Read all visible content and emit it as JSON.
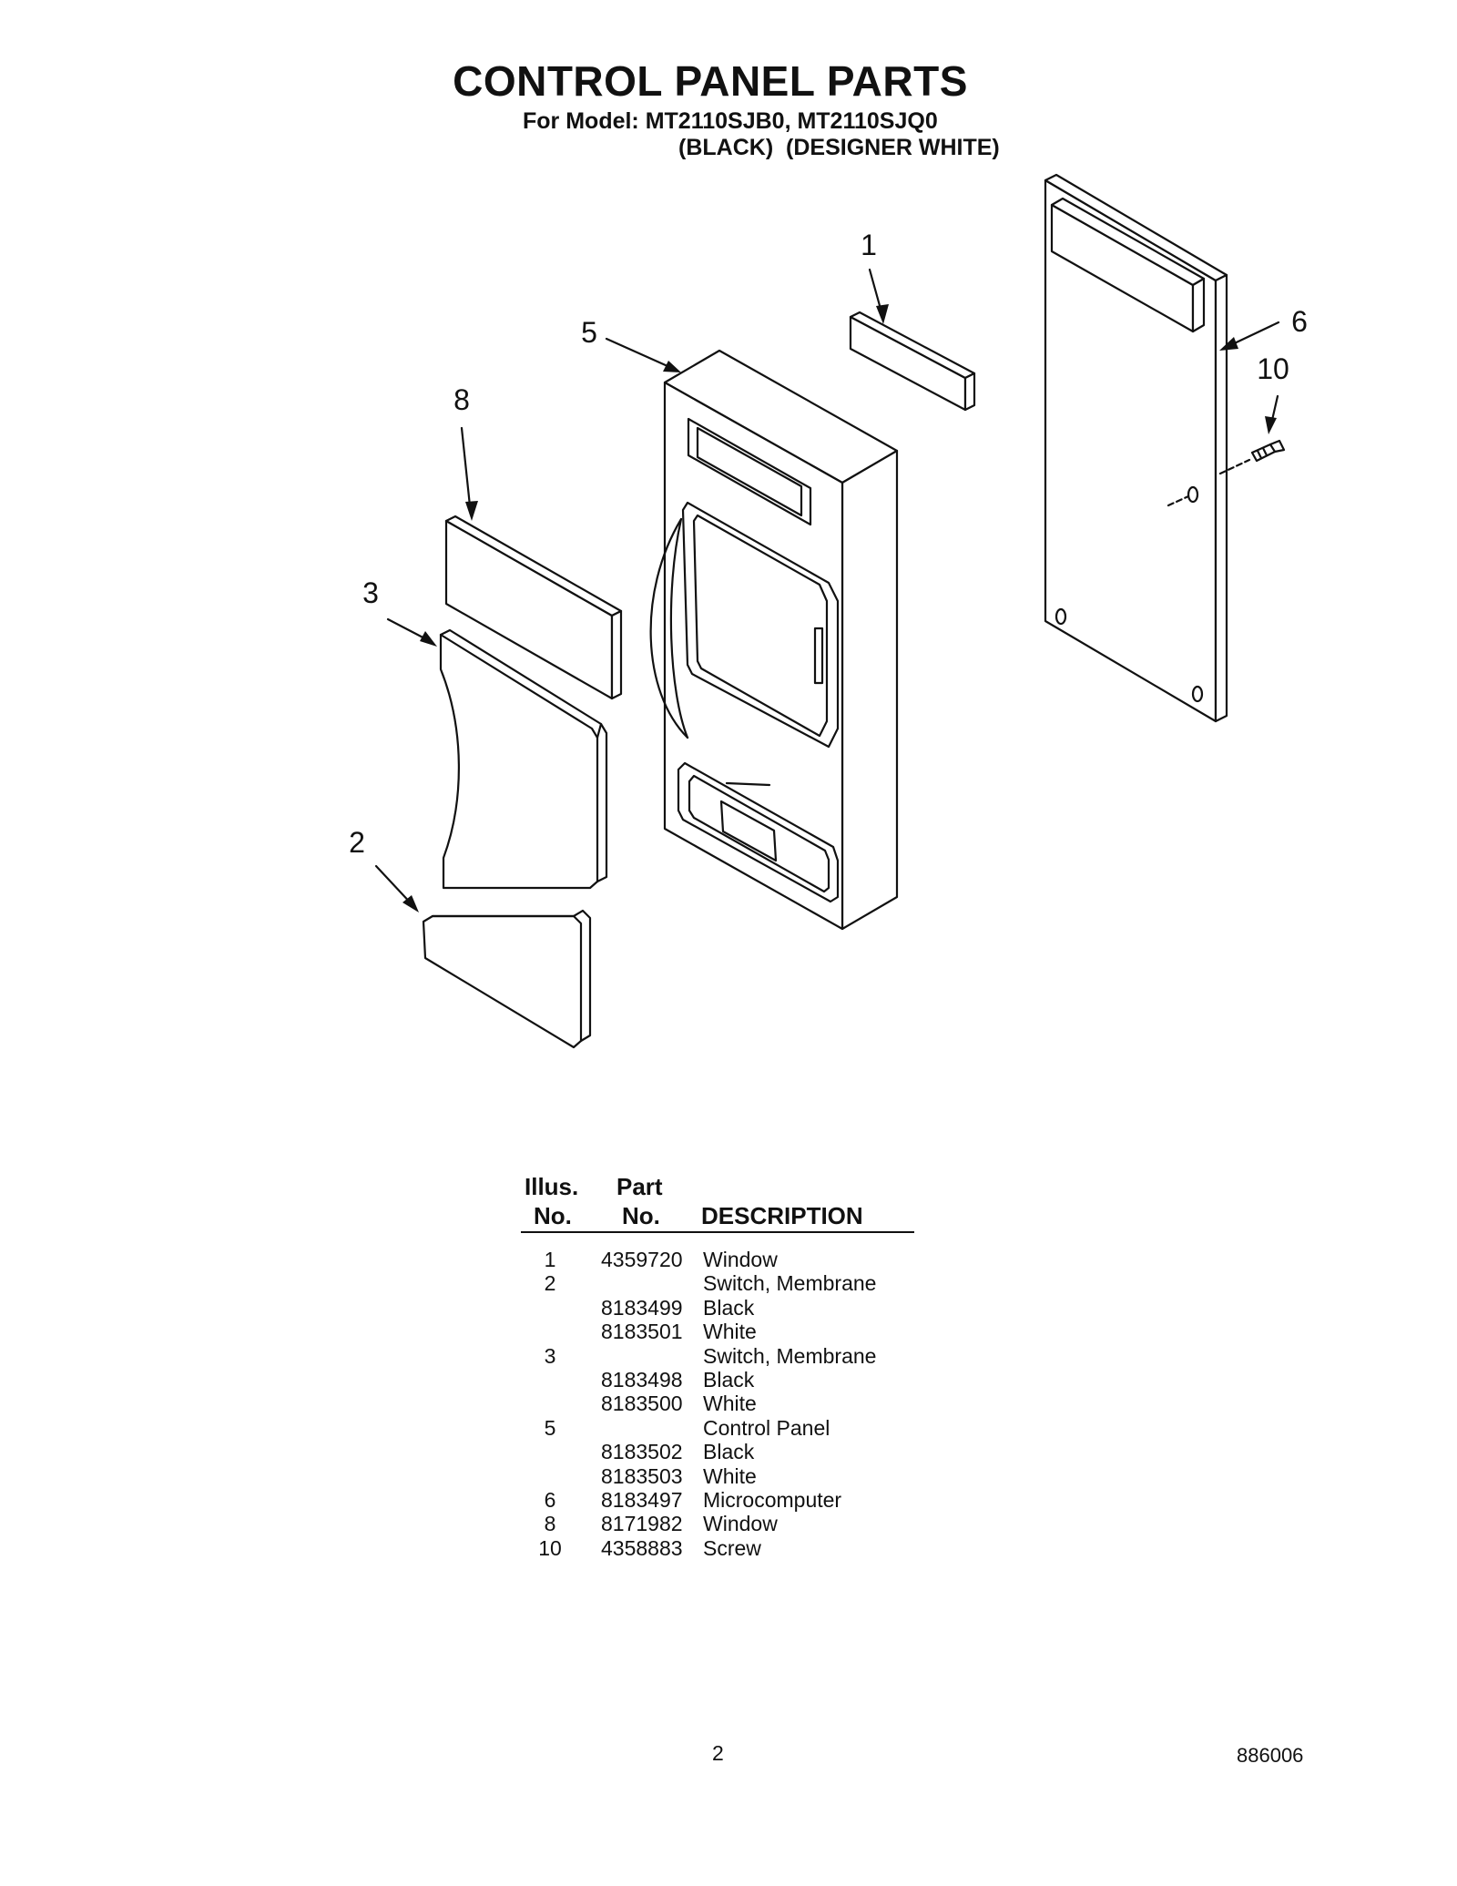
{
  "header": {
    "title": "CONTROL PANEL PARTS",
    "model_line": "For Model: MT2110SJB0, MT2110SJQ0",
    "color_line": "(BLACK)  (DESIGNER WHITE)"
  },
  "diagram": {
    "callouts": [
      "1",
      "5",
      "8",
      "3",
      "2",
      "6",
      "10"
    ]
  },
  "parts_table": {
    "header": {
      "illus_top": "Illus.",
      "illus_bottom": "No.",
      "part_top": "Part",
      "part_bottom": "No.",
      "description": "DESCRIPTION"
    },
    "rows": [
      {
        "illus": "1",
        "part": "4359720",
        "desc": "Window"
      },
      {
        "illus": "2",
        "part": "",
        "desc": "Switch, Membrane"
      },
      {
        "illus": "",
        "part": "8183499",
        "desc": "Black"
      },
      {
        "illus": "",
        "part": "8183501",
        "desc": "White"
      },
      {
        "illus": "3",
        "part": "",
        "desc": "Switch, Membrane"
      },
      {
        "illus": "",
        "part": "8183498",
        "desc": "Black"
      },
      {
        "illus": "",
        "part": "8183500",
        "desc": "White"
      },
      {
        "illus": "5",
        "part": "",
        "desc": "Control Panel"
      },
      {
        "illus": "",
        "part": "8183502",
        "desc": "Black"
      },
      {
        "illus": "",
        "part": "8183503",
        "desc": "White"
      },
      {
        "illus": "6",
        "part": "8183497",
        "desc": "Microcomputer"
      },
      {
        "illus": "8",
        "part": "8171982",
        "desc": "Window"
      },
      {
        "illus": "10",
        "part": "4358883",
        "desc": "Screw"
      }
    ]
  },
  "footer": {
    "page_number": "2",
    "document_number": "886006"
  }
}
